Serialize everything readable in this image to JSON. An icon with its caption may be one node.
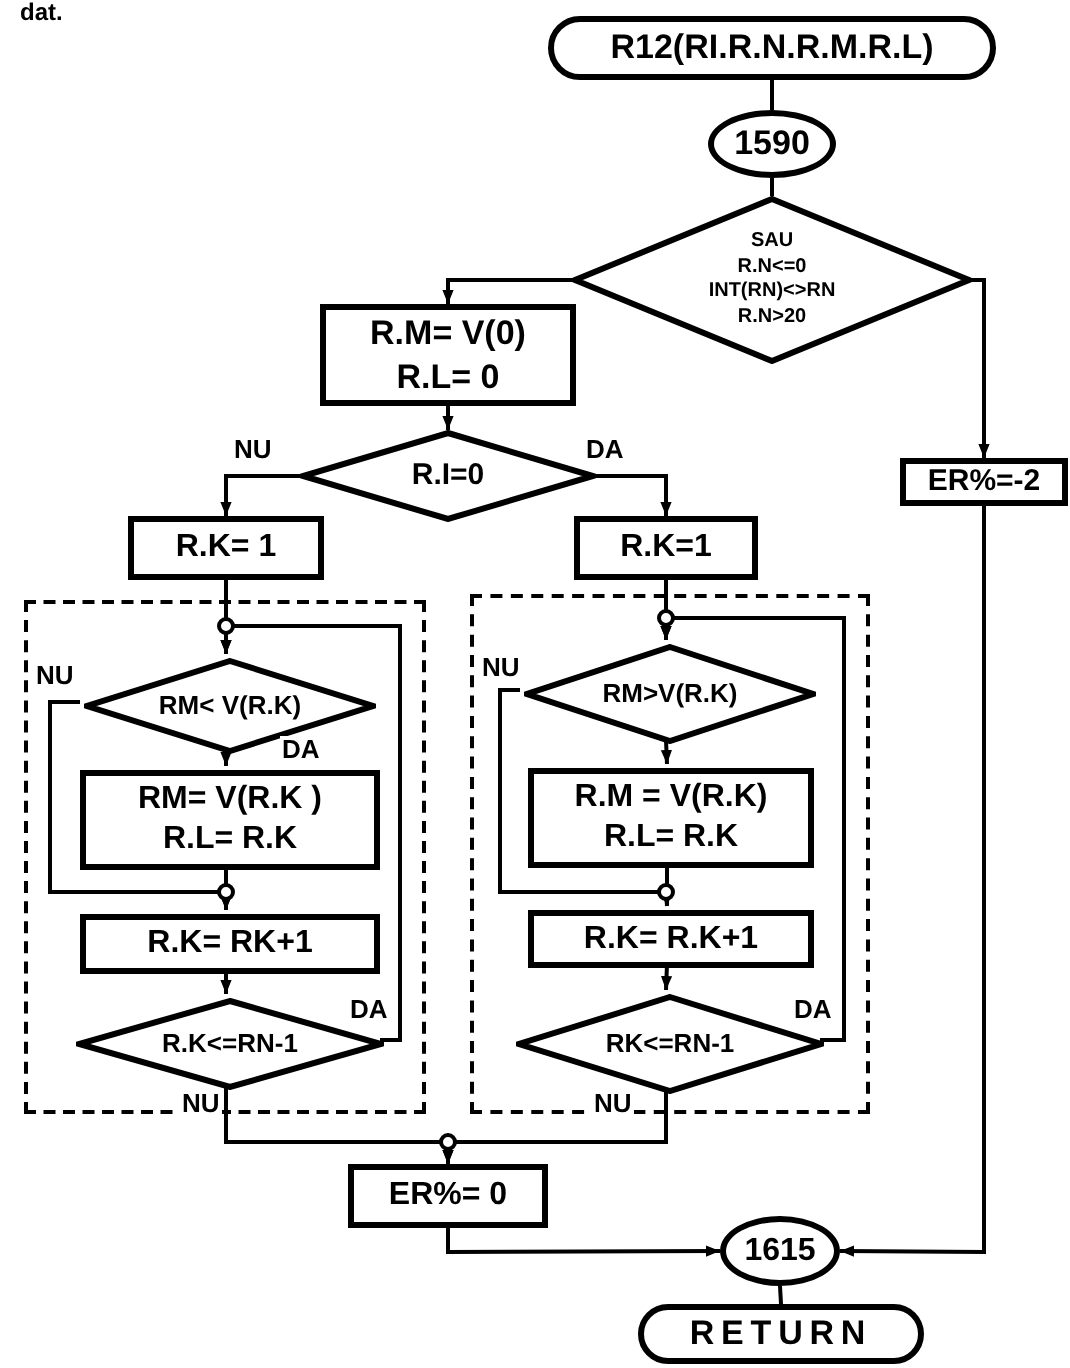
{
  "diagram": {
    "nodes": [
      {
        "text": [
          "R12(RI.R.N.R.M.R.L)"
        ]
      },
      {
        "text": [
          "1590"
        ]
      },
      {
        "text": [
          "SAU",
          "R.N<=0",
          "INT(RN)<>RN",
          "R.N>20"
        ]
      },
      {
        "text": [
          "R.M= V(0)",
          "R.L= 0"
        ]
      },
      {
        "text": [
          "R.I=0"
        ]
      },
      {
        "text": [
          "ER%=-2"
        ]
      },
      {
        "text": [
          "R.K= 1"
        ]
      },
      {
        "text": [
          "R.K=1"
        ]
      },
      {
        "text": [],
        "shape": "box"
      },
      {
        "text": [
          "RM< V(R.K)"
        ],
        "in": 8
      },
      {
        "text": [
          "RM= V(R.K )",
          "R.L= R.K"
        ],
        "in": 8
      },
      {
        "text": [
          "R.K= RK+1"
        ],
        "in": 8
      },
      {
        "text": [
          "R.K<=RN-1"
        ],
        "in": 8
      },
      {
        "text": [],
        "shape": "box"
      },
      {
        "text": [
          "RM>V(R.K)"
        ],
        "in": 13
      },
      {
        "text": [
          "R.M = V(R.K)",
          "R.L= R.K"
        ],
        "in": 13
      },
      {
        "text": [
          "R.K= R.K+1"
        ],
        "in": 13
      },
      {
        "text": [
          "RK<=RN-1"
        ],
        "in": 13
      },
      {
        "text": [
          "ER%= 0"
        ]
      },
      {
        "text": [
          "1615"
        ]
      },
      {
        "text": [
          "RETURN"
        ]
      }
    ],
    "edges": [
      {
        "from": 0,
        "to": 1,
        "arrow": "none"
      },
      {
        "from": 1,
        "to": 2,
        "arrow": "none"
      },
      {
        "from": 2,
        "to": 3,
        "arrow": "to"
      },
      {
        "from": 2,
        "to": 5,
        "arrow": "to"
      },
      {
        "from": 3,
        "to": 4,
        "arrow": "to"
      },
      {
        "from": 4,
        "to": 6,
        "arrow": "to",
        "label": "NU"
      },
      {
        "from": 4,
        "to": 7,
        "arrow": "to",
        "label": "DA"
      },
      {
        "from": 6,
        "to": 9,
        "arrow": "to"
      },
      {
        "from": 9,
        "to": 10,
        "arrow": "to",
        "label": "DA"
      },
      {
        "from": 9,
        "to": 11,
        "arrow": "to",
        "label": "NU"
      },
      {
        "from": 10,
        "to": 11,
        "arrow": "to"
      },
      {
        "from": 11,
        "to": 12,
        "arrow": "to"
      },
      {
        "from": 12,
        "to": 9,
        "arrow": "to",
        "label": "DA"
      },
      {
        "from": 12,
        "to": 18,
        "arrow": "to",
        "label": "NU"
      },
      {
        "from": 7,
        "to": 14,
        "arrow": "to"
      },
      {
        "from": 14,
        "to": 15,
        "arrow": "to"
      },
      {
        "from": 14,
        "to": 16,
        "arrow": "to",
        "label": "NU"
      },
      {
        "from": 15,
        "to": 16,
        "arrow": "to"
      },
      {
        "from": 16,
        "to": 17,
        "arrow": "to"
      },
      {
        "from": 17,
        "to": 14,
        "arrow": "to",
        "label": "DA"
      },
      {
        "from": 17,
        "to": 18,
        "arrow": "to",
        "label": "NU"
      },
      {
        "from": 18,
        "to": 19,
        "arrow": "to"
      },
      {
        "from": 5,
        "to": 19,
        "arrow": "to"
      },
      {
        "from": 19,
        "to": 20,
        "arrow": "none"
      }
    ],
    "labels": [
      "dat."
    ]
  }
}
